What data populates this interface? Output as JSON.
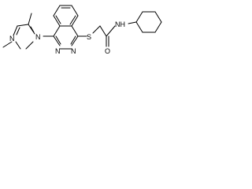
{
  "molecule": {
    "atom_labels": {
      "pyrazole_n1": "N",
      "pyrazole_n2": "N",
      "phthalazine_n3": "N",
      "phthalazine_n4": "N",
      "sulfur": "S",
      "oxygen": "O",
      "amide_nh": "NH"
    },
    "bond_color": "#000000",
    "background_color": "#ffffff"
  }
}
